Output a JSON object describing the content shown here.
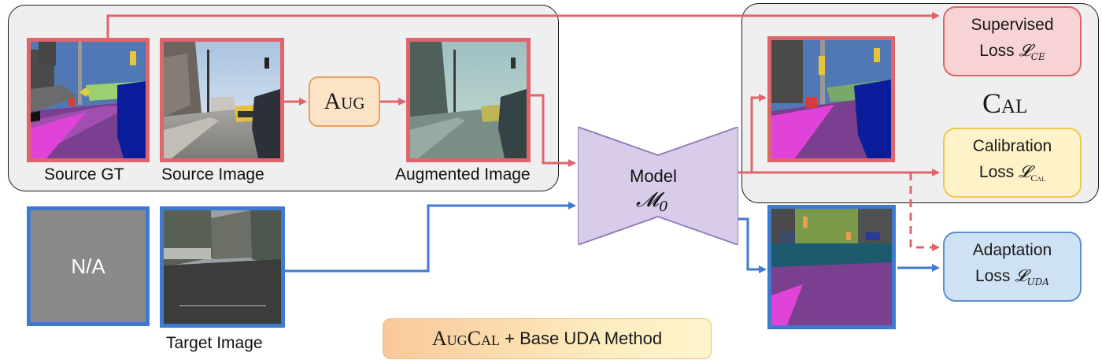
{
  "captions": {
    "source_gt": "Source GT",
    "source_image": "Source Image",
    "augmented_image": "Augmented Image",
    "target_image": "Target Image"
  },
  "aug_label": "Aug",
  "cal_label": "Cal",
  "na_label": "N/A",
  "model": {
    "title": "Model",
    "symbol": "𝓜",
    "subscript": "0"
  },
  "losses": {
    "supervised": {
      "name": "Supervised",
      "prefix": "Loss",
      "symbol": "𝓛",
      "sub": "CE"
    },
    "calibration": {
      "name": "Calibration",
      "prefix": "Loss",
      "symbol": "𝓛",
      "sub": "Cal"
    },
    "adaptation": {
      "name": "Adaptation",
      "prefix": "Loss",
      "symbol": "𝓛",
      "sub": "UDA"
    }
  },
  "banner": {
    "method_name": "AugCal",
    "suffix": " + Base UDA Method"
  },
  "colors": {
    "source_red": "#e0656b",
    "target_blue": "#3e7bd0",
    "model_purple": "#d9ccea",
    "supervised_fill": "#f8d3d5",
    "calibration_fill": "#fdf2c8",
    "adaptation_fill": "#cfe2f4",
    "aug_fill": "#fde3c6"
  }
}
